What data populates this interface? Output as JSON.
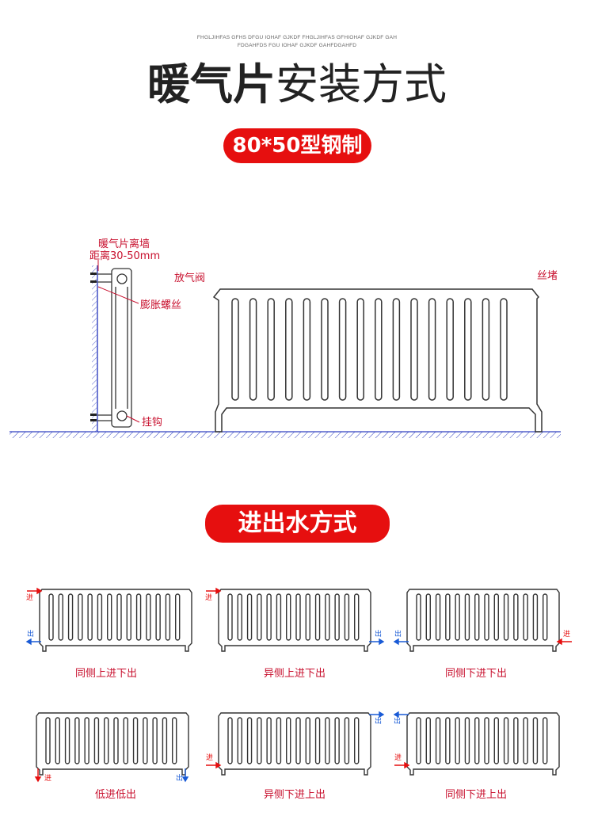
{
  "header": {
    "fine_print_1": "FHGLJIHFAS GFHS DFGU IOHAF GJKDF FHGLJIHFAS GFHIOHAF GJKDF GAH",
    "fine_print_2": "FDGAHFDS FGU IOHAF GJKDF GAHFDGAHFD",
    "title_bold": "暖气片",
    "title_normal": "安装方式",
    "badge": "80*50型钢制"
  },
  "install_diagram": {
    "wall_note_line1": "暖气片离墙",
    "wall_note_line2": "距离30-50mm",
    "bleed_valve": "放气阀",
    "expansion_screw": "膨胀螺丝",
    "hook": "挂钩",
    "plug": "丝堵"
  },
  "flow_section": {
    "badge": "进出水方式",
    "inlet_label": "进",
    "outlet_label": "出",
    "captions": [
      "同侧上进下出",
      "异侧上进下出",
      "同侧下进下出",
      "低进低出",
      "异侧下进上出",
      "同侧下进上出"
    ]
  },
  "colors": {
    "accent_red": "#e60f0f",
    "label_red": "#c8102e",
    "wall_blue": "#3040c0",
    "outlet_blue": "#1a5bd6",
    "radiator_stroke": "#333333"
  }
}
